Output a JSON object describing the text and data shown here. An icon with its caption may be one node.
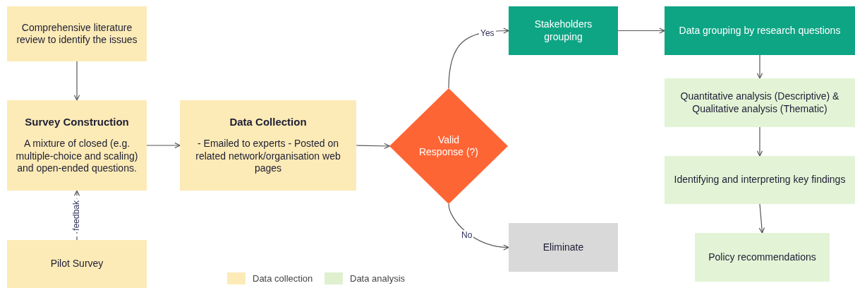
{
  "diagram": {
    "nodes": [
      {
        "text": [
          "Comprehensive literature review to identify the issues"
        ]
      },
      {
        "text": [
          "Survey Construction",
          "A mixture of closed (e.g. multiple-choice and scaling) and open-ended questions."
        ]
      },
      {
        "text": [
          "Pilot Survey"
        ]
      },
      {
        "text": [
          "Data Collection",
          "- Emailed to experts - Posted on related network/organisation web pages"
        ]
      },
      {
        "text": [
          "Valid Response (?)"
        ]
      },
      {
        "text": [
          "Stakeholders grouping"
        ]
      },
      {
        "text": [
          "Eliminate"
        ]
      },
      {
        "text": [
          "Data grouping by research questions"
        ]
      },
      {
        "text": [
          "Quantitative analysis (Descriptive) & Qualitative analysis (Thematic)"
        ]
      },
      {
        "text": [
          "Identifying and interpreting key findings"
        ]
      },
      {
        "text": [
          "Policy recommendations"
        ]
      }
    ],
    "edges": [
      {
        "from": 0,
        "to": 1,
        "arrow": "to"
      },
      {
        "from": 2,
        "to": 1,
        "arrow": "to",
        "label": "feedbak",
        "style": "dashed"
      },
      {
        "from": 1,
        "to": 3,
        "arrow": "to"
      },
      {
        "from": 3,
        "to": 4,
        "arrow": "to"
      },
      {
        "from": 4,
        "to": 5,
        "arrow": "to",
        "label": "Yes"
      },
      {
        "from": 4,
        "to": 6,
        "arrow": "to",
        "label": "No"
      },
      {
        "from": 5,
        "to": 7,
        "arrow": "to"
      },
      {
        "from": 7,
        "to": 8,
        "arrow": "to"
      },
      {
        "from": 8,
        "to": 9,
        "arrow": "to"
      },
      {
        "from": 9,
        "to": 10,
        "arrow": "to"
      }
    ],
    "legend": [
      {
        "text": "Data collection",
        "color": "#fcebb6"
      },
      {
        "text": "Data analysis",
        "color": "#dff0cf"
      }
    ]
  }
}
